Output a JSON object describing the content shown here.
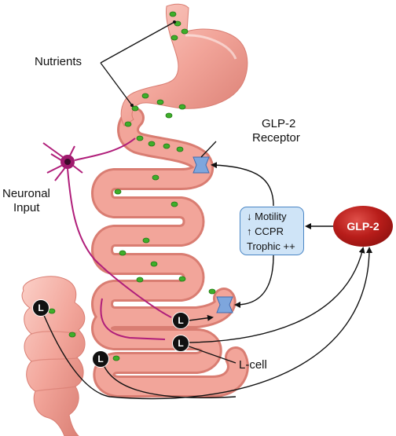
{
  "labels": {
    "nutrients": "Nutrients",
    "receptor_line1": "GLP-2",
    "receptor_line2": "Receptor",
    "neuronal_line1": "Neuronal",
    "neuronal_line2": "Input",
    "lcell": "L-cell"
  },
  "effects_box": {
    "motility": "Motility",
    "ccpr": "CCPR",
    "trophic": "Trophic ++"
  },
  "hormone": "GLP-2",
  "lcell_letter": "L",
  "colors": {
    "gut": "#f2a59a",
    "gut_dark": "#d97d72",
    "nutrient": "#3fae2a",
    "receptor": "#5b86c9",
    "neuron": "#b01e7a",
    "hormone": "#b81d1a",
    "box_fill": "#cfe4f7"
  }
}
